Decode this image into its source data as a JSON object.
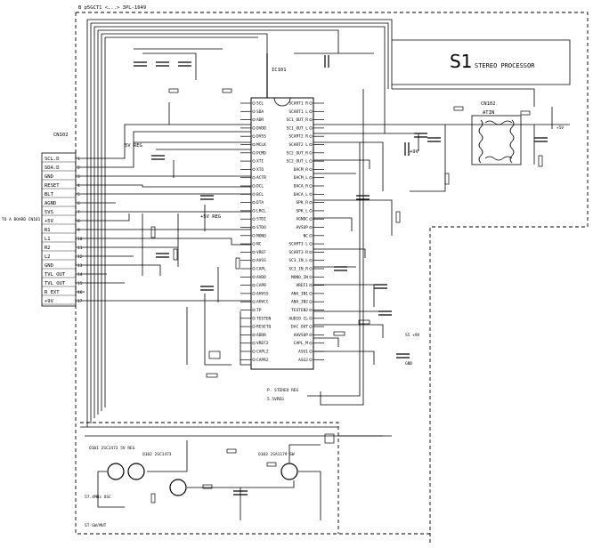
{
  "header": {
    "ref_label": "B p5GCT1 <...> 3PL-1649"
  },
  "module": {
    "name": "S1",
    "subtitle": "STEREO PROCESSOR"
  },
  "connector": {
    "id": "CN102",
    "side_label": "TO A BOARD CN101",
    "pins": [
      {
        "num": "1",
        "name": "SCL.D"
      },
      {
        "num": "2",
        "name": "SDA.D"
      },
      {
        "num": "3",
        "name": "GND"
      },
      {
        "num": "4",
        "name": "RESET"
      },
      {
        "num": "5",
        "name": "BLT"
      },
      {
        "num": "6",
        "name": "AGND"
      },
      {
        "num": "7",
        "name": "5VS"
      },
      {
        "num": "8",
        "name": "+5V"
      },
      {
        "num": "9",
        "name": "R1"
      },
      {
        "num": "10",
        "name": "L1"
      },
      {
        "num": "11",
        "name": "R2"
      },
      {
        "num": "12",
        "name": "L2"
      },
      {
        "num": "13",
        "name": "GND"
      },
      {
        "num": "14",
        "name": "TVL OUT"
      },
      {
        "num": "15",
        "name": "TVL OUT"
      },
      {
        "num": "16",
        "name": "R EXT"
      },
      {
        "num": "17",
        "name": "+9V"
      }
    ]
  },
  "ic_main": {
    "id": "IC101",
    "left_pins": [
      "SCL",
      "SDA",
      "ADR",
      "DVDD",
      "DVSS",
      "MCLK",
      "PCMD",
      "XTI",
      "XTO",
      "ACTR",
      "DCL",
      "BCL",
      "DTA",
      "LRCL",
      "STDI",
      "STDO",
      "MONO",
      "NC",
      "VREF",
      "AVSS",
      "CAPL",
      "AVDD",
      "CAPR",
      "AHVSS",
      "AHVCC",
      "TP",
      "TESTEN",
      "RESETQ",
      "ADDR",
      "VREF2",
      "CAPL2",
      "CAPR2"
    ],
    "right_pins": [
      "SCART1 R",
      "SCART1 L",
      "SC1_OUT_R",
      "SC1_OUT_L",
      "SCART2 R",
      "SCART2 L",
      "SC2_OUT_R",
      "SC2_OUT_L",
      "DACM_R",
      "DACM_L",
      "DACA_R",
      "DACA_L",
      "SPK_R",
      "SPK_L",
      "AGNDC",
      "AVSUP",
      "NC",
      "SCART3 L",
      "SCART3 R",
      "SC3_IN_L",
      "SC3_IN_R",
      "MONO_IN",
      "VREF1",
      "ANA_IN1",
      "ANA_IN2",
      "TESTEN2",
      "AUDIO CL",
      "DAC OUT",
      "AHVSUP",
      "CAPL_M",
      "ASG1",
      "ASG2"
    ]
  },
  "ic_second": {
    "id": "CN102",
    "label": "ATIN"
  },
  "labels": {
    "v5": "5V REG",
    "v9": "+9V",
    "reg_label": "+5V REG",
    "bot_left": "57.4MHz OSC",
    "bot_label1": "P. STEREO REG",
    "bot_label2": "5.5VREG",
    "ic_bottom_left": "Q101 2SC1473 5V REG",
    "ic_bottom_mid": "Q102 2SC1473",
    "ic_bottom_right": "Q103 2SA1179 SW",
    "sw_label": "S5 +9V",
    "gnd": "GND",
    "vcc": "+5V",
    "bot_caption": "ST-SW/MUT"
  }
}
